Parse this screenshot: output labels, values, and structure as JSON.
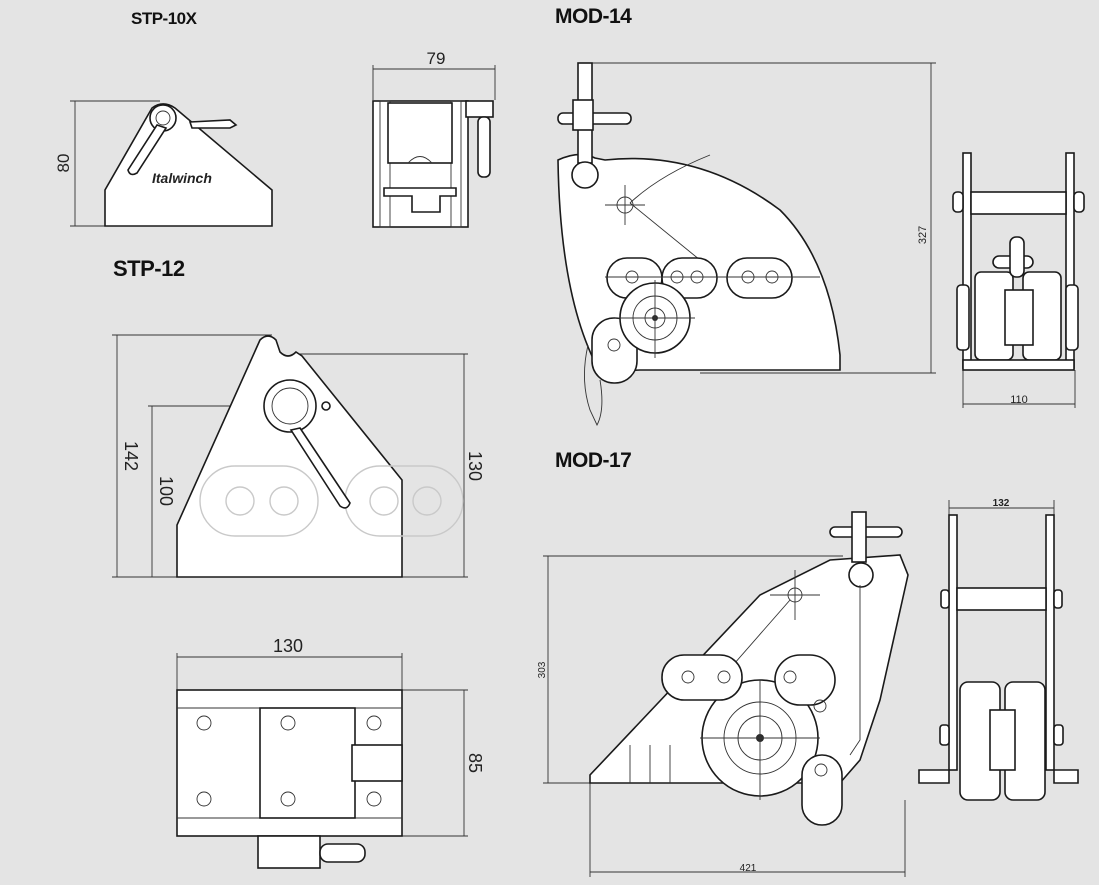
{
  "models": {
    "stp10x": {
      "name": "STP-10X",
      "height": "80",
      "width": "79",
      "brand_logo": "Italwinch"
    },
    "stp12": {
      "name": "STP-12",
      "total_height": "142",
      "axis_height": "100",
      "right_height": "130",
      "top_width": "130",
      "top_depth": "85"
    },
    "mod14": {
      "name": "MOD-14",
      "height": "327",
      "width": "110"
    },
    "mod17": {
      "name": "MOD-17",
      "height": "303",
      "length": "421",
      "width": "132"
    }
  },
  "colors": {
    "background": "#e4e4e4",
    "outline": "#1a1a1a",
    "part_fill": "#ffffff",
    "ghost": "#c9c9c9"
  }
}
